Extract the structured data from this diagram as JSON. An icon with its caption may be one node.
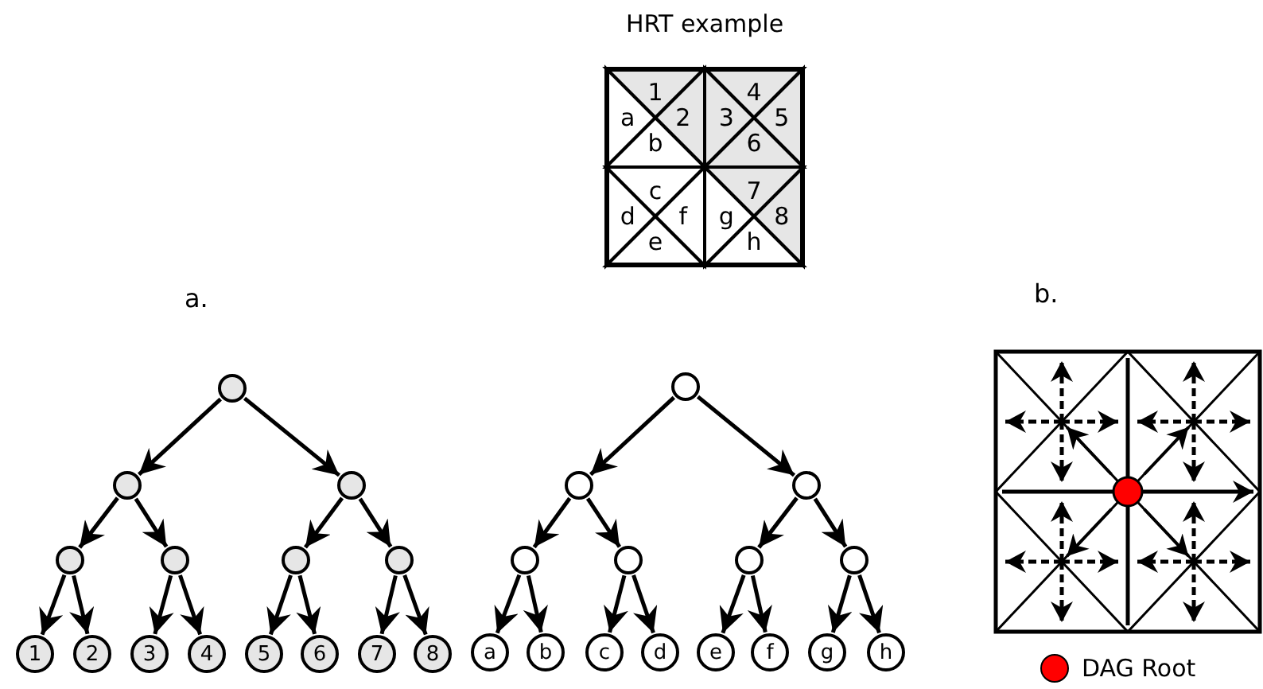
{
  "diagram": {
    "title": "HRT example",
    "nodes": [
      {
        "text": [
          "1"
        ]
      },
      {
        "text": [
          "a"
        ]
      },
      {
        "text": [
          "2"
        ]
      },
      {
        "text": [
          "b"
        ]
      },
      {
        "text": [
          "4"
        ]
      },
      {
        "text": [
          "3"
        ]
      },
      {
        "text": [
          "5"
        ]
      },
      {
        "text": [
          "6"
        ]
      },
      {
        "text": [
          "c"
        ]
      },
      {
        "text": [
          "d"
        ]
      },
      {
        "text": [
          "f"
        ]
      },
      {
        "text": [
          "e"
        ]
      },
      {
        "text": [
          "7"
        ]
      },
      {
        "text": [
          "g"
        ]
      },
      {
        "text": [
          "8"
        ]
      },
      {
        "text": [
          "h"
        ]
      },
      {
        "text": [],
        "shape": "circle"
      },
      {
        "text": [],
        "shape": "circle"
      },
      {
        "text": [],
        "shape": "circle"
      },
      {
        "text": [],
        "shape": "circle"
      },
      {
        "text": [],
        "shape": "circle"
      },
      {
        "text": [],
        "shape": "circle"
      },
      {
        "text": [],
        "shape": "circle"
      },
      {
        "text": [
          "1"
        ]
      },
      {
        "text": [
          "2"
        ]
      },
      {
        "text": [
          "3"
        ]
      },
      {
        "text": [
          "4"
        ]
      },
      {
        "text": [
          "5"
        ]
      },
      {
        "text": [
          "6"
        ]
      },
      {
        "text": [
          "7"
        ]
      },
      {
        "text": [
          "8"
        ]
      },
      {
        "text": [],
        "shape": "circle"
      },
      {
        "text": [],
        "shape": "circle"
      },
      {
        "text": [],
        "shape": "circle"
      },
      {
        "text": [],
        "shape": "circle"
      },
      {
        "text": [],
        "shape": "circle"
      },
      {
        "text": [],
        "shape": "circle"
      },
      {
        "text": [],
        "shape": "circle"
      },
      {
        "text": [
          "a"
        ]
      },
      {
        "text": [
          "b"
        ]
      },
      {
        "text": [
          "c"
        ]
      },
      {
        "text": [
          "d"
        ]
      },
      {
        "text": [
          "e"
        ]
      },
      {
        "text": [
          "f"
        ]
      },
      {
        "text": [
          "g"
        ]
      },
      {
        "text": [
          "h"
        ]
      }
    ],
    "edges": [
      {
        "from": 16,
        "to": 17,
        "arrow": "to"
      },
      {
        "from": 16,
        "to": 18,
        "arrow": "to"
      },
      {
        "from": 17,
        "to": 19,
        "arrow": "to"
      },
      {
        "from": 17,
        "to": 20,
        "arrow": "to"
      },
      {
        "from": 18,
        "to": 21,
        "arrow": "to"
      },
      {
        "from": 18,
        "to": 22,
        "arrow": "to"
      },
      {
        "from": 19,
        "to": 23,
        "arrow": "to"
      },
      {
        "from": 19,
        "to": 24,
        "arrow": "to"
      },
      {
        "from": 20,
        "to": 25,
        "arrow": "to"
      },
      {
        "from": 20,
        "to": 26,
        "arrow": "to"
      },
      {
        "from": 21,
        "to": 27,
        "arrow": "to"
      },
      {
        "from": 21,
        "to": 28,
        "arrow": "to"
      },
      {
        "from": 22,
        "to": 29,
        "arrow": "to"
      },
      {
        "from": 22,
        "to": 30,
        "arrow": "to"
      },
      {
        "from": 31,
        "to": 32,
        "arrow": "to"
      },
      {
        "from": 31,
        "to": 33,
        "arrow": "to"
      },
      {
        "from": 32,
        "to": 34,
        "arrow": "to"
      },
      {
        "from": 32,
        "to": 35,
        "arrow": "to"
      },
      {
        "from": 33,
        "to": 36,
        "arrow": "to"
      },
      {
        "from": 33,
        "to": 37,
        "arrow": "to"
      },
      {
        "from": 34,
        "to": 38,
        "arrow": "to"
      },
      {
        "from": 34,
        "to": 39,
        "arrow": "to"
      },
      {
        "from": 35,
        "to": 40,
        "arrow": "to"
      },
      {
        "from": 35,
        "to": 41,
        "arrow": "to"
      },
      {
        "from": 36,
        "to": 42,
        "arrow": "to"
      },
      {
        "from": 36,
        "to": 43,
        "arrow": "to"
      },
      {
        "from": 37,
        "to": 44,
        "arrow": "to"
      },
      {
        "from": 37,
        "to": 45,
        "arrow": "to"
      }
    ],
    "labels": [
      "a.",
      "b."
    ],
    "legend": [
      {
        "text": "DAG Root",
        "color": "#ff0000"
      }
    ]
  }
}
